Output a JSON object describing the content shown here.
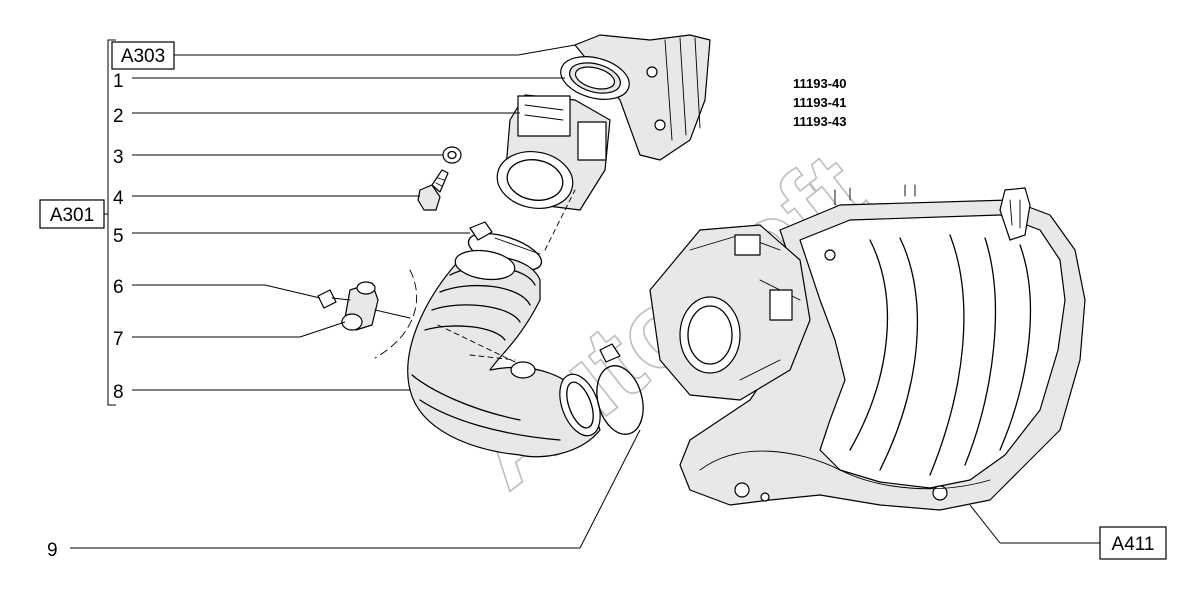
{
  "part_codes": [
    "11193-40",
    "11193-41",
    "11193-43"
  ],
  "callouts": {
    "n1": "1",
    "n2": "2",
    "n3": "3",
    "n4": "4",
    "n5": "5",
    "n6": "6",
    "n7": "7",
    "n8": "8",
    "n9": "9"
  },
  "group_labels": {
    "a303": "A303",
    "a301": "A301",
    "a411": "A411"
  },
  "watermark": "AutoSoft",
  "colors": {
    "line": "#000000",
    "background": "#ffffff",
    "watermark": "#bdbdbd"
  }
}
